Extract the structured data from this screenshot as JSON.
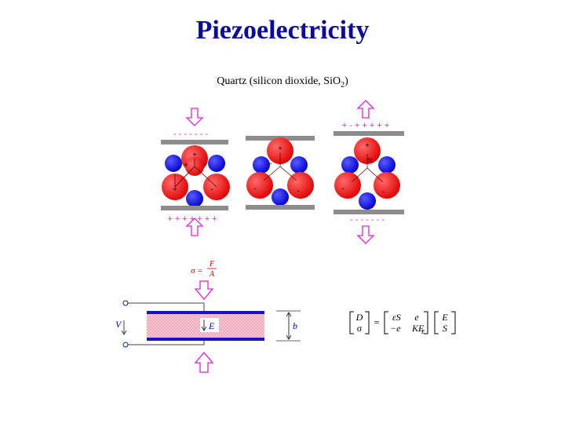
{
  "title": "Piezoelectricity",
  "subtitle": {
    "text": "Quartz (silicon dioxide, SiO",
    "subscript": "2",
    "suffix": ")"
  },
  "colors": {
    "title": "#0a0a9c",
    "silicon_atom": "#ff1a1a",
    "oxygen_atom": "#1a1aff",
    "electrode": "#8c8c8c",
    "arrow": "#e020e0",
    "crystal_fill": "#f8c8d4",
    "plate_blue": "#1515c0",
    "label_blue": "#0000cc"
  },
  "icons": {
    "force_arrow": "hollow-arrow-icon",
    "terminal": "terminal-circle-icon"
  },
  "panels": [
    {
      "id": "compressed",
      "top_charges": "- - - - - - -",
      "bottom_charges": "+ + + + + + +"
    },
    {
      "id": "neutral"
    },
    {
      "id": "tension",
      "top_charges": "+ - + + + + +",
      "bottom_charges": "- - - - - - -"
    }
  ],
  "atom_signs": {
    "compressed": [
      "+",
      "+",
      "-",
      "+",
      "-"
    ],
    "neutral": [
      "+",
      "-",
      "-",
      "-"
    ],
    "tension": [
      "+",
      "Si",
      "-",
      "-"
    ]
  },
  "stress_formula": {
    "sigma_eq": "σ =",
    "numerator": "F",
    "denominator": "A"
  },
  "circuit": {
    "voltage_label": "V",
    "field_label": "E",
    "thickness_label": "b"
  },
  "matrix_equation": {
    "lhs": [
      "D",
      "σ"
    ],
    "equals": "=",
    "matrix": [
      [
        "εS",
        "e"
      ],
      [
        "−e",
        "KE"
      ]
    ],
    "matrix_sub": [
      "S",
      "E"
    ],
    "rhs": [
      "E",
      "S"
    ]
  }
}
